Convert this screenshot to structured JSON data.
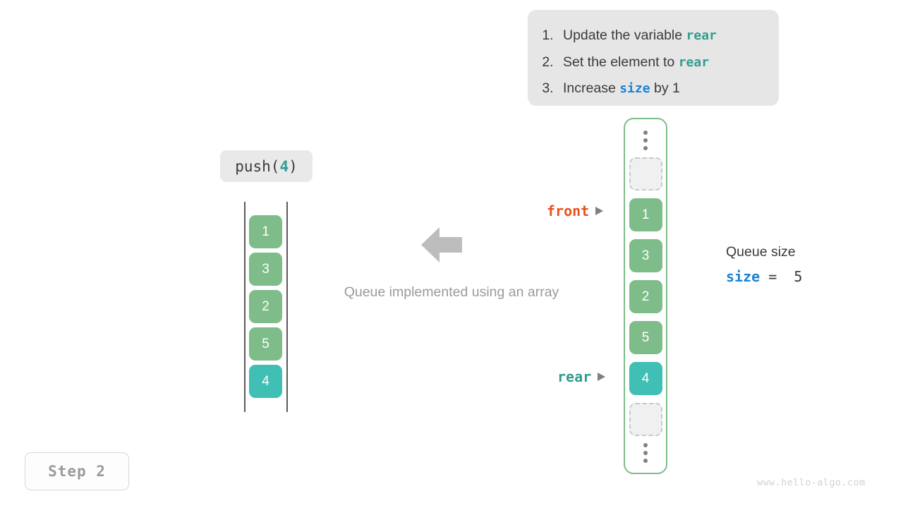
{
  "instructions": {
    "steps": [
      {
        "prefix": "Update the variable ",
        "code": "rear",
        "code_color": "teal",
        "suffix": ""
      },
      {
        "prefix": "Set the element to ",
        "code": "rear",
        "code_color": "teal",
        "suffix": ""
      },
      {
        "prefix": "Increase ",
        "code": "size",
        "code_color": "blue",
        "suffix": " by 1"
      }
    ]
  },
  "operation": {
    "func_open": "push(",
    "arg": "4",
    "func_close": ")"
  },
  "left_array": {
    "cells": [
      {
        "value": "1",
        "style": "green"
      },
      {
        "value": "3",
        "style": "green"
      },
      {
        "value": "2",
        "style": "green"
      },
      {
        "value": "5",
        "style": "green"
      },
      {
        "value": "4",
        "style": "teal"
      }
    ]
  },
  "center": {
    "caption": "Queue implemented using an array"
  },
  "queue": {
    "cells": [
      {
        "value": "",
        "style": "empty"
      },
      {
        "value": "1",
        "style": "green"
      },
      {
        "value": "3",
        "style": "green"
      },
      {
        "value": "2",
        "style": "green"
      },
      {
        "value": "5",
        "style": "green"
      },
      {
        "value": "4",
        "style": "teal"
      },
      {
        "value": "",
        "style": "empty"
      }
    ],
    "pointers": {
      "front": "front",
      "rear": "rear"
    }
  },
  "size_readout": {
    "title": "Queue size",
    "var": "size",
    "expr_rest": " =  5"
  },
  "step_badge": {
    "label": "Step 2"
  },
  "watermark": {
    "text": "www.hello-algo.com"
  },
  "colors": {
    "green": "#7ebc89",
    "teal": "#40bfb4",
    "blue": "#1a83d4",
    "orange": "#e8541e",
    "gray_text": "#9a9a9a",
    "panel_bg": "#e6e6e6"
  }
}
